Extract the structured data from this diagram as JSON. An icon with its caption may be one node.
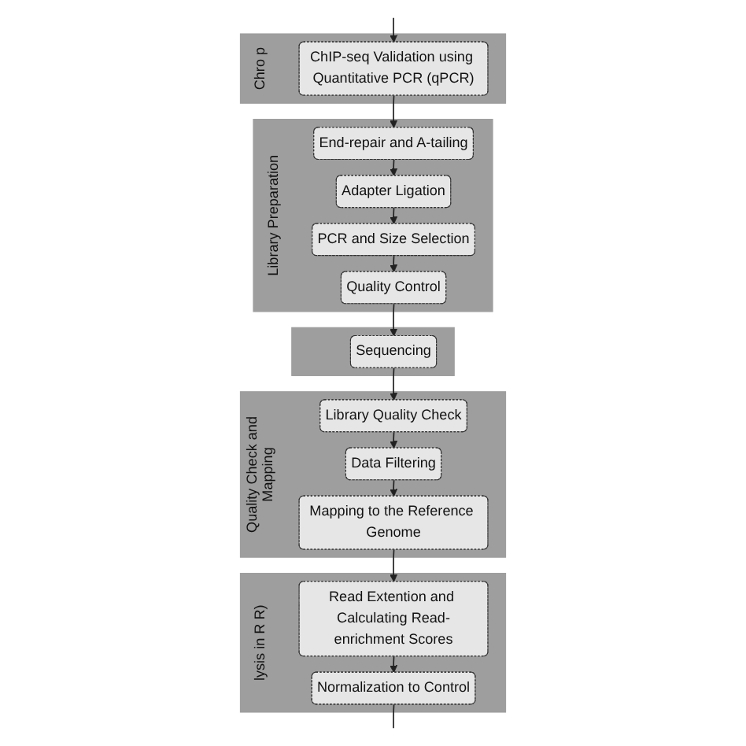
{
  "diagram": {
    "nodes": [
      {
        "text": [
          "Chro p"
        ]
      },
      {
        "text": [
          "ChIP-seq Validation using Quantitative PCR (qPCR)"
        ],
        "in": 0
      },
      {
        "text": [
          "Library Preparation"
        ]
      },
      {
        "text": [
          "End-repair and A-tailing"
        ],
        "in": 2
      },
      {
        "text": [
          "Adapter Ligation"
        ],
        "in": 2
      },
      {
        "text": [
          "PCR and Size Selection"
        ],
        "in": 2
      },
      {
        "text": [
          "Quality Control"
        ],
        "in": 2
      },
      {
        "text": [],
        "shape": "box"
      },
      {
        "text": [
          "Sequencing"
        ],
        "in": 7
      },
      {
        "text": [
          "Quality Check and Mapping"
        ]
      },
      {
        "text": [
          "Library Quality Check"
        ],
        "in": 9
      },
      {
        "text": [
          "Data Filtering"
        ],
        "in": 9
      },
      {
        "text": [
          "Mapping to the Reference Genome"
        ],
        "in": 9
      },
      {
        "text": [
          "lysis in R R)"
        ]
      },
      {
        "text": [
          "Read Extention and Calculating Read-enrichment Scores"
        ],
        "in": 13
      },
      {
        "text": [
          "Normalization to Control"
        ],
        "in": 13
      }
    ],
    "edges": [
      {
        "from": null,
        "to": 1,
        "arrow": "to"
      },
      {
        "from": 1,
        "to": 3,
        "arrow": "to"
      },
      {
        "from": 3,
        "to": 4,
        "arrow": "to"
      },
      {
        "from": 4,
        "to": 5,
        "arrow": "to"
      },
      {
        "from": 5,
        "to": 6,
        "arrow": "to"
      },
      {
        "from": 6,
        "to": 8,
        "arrow": "to"
      },
      {
        "from": 8,
        "to": 10,
        "arrow": "to"
      },
      {
        "from": 10,
        "to": 11,
        "arrow": "to"
      },
      {
        "from": 11,
        "to": 12,
        "arrow": "to"
      },
      {
        "from": 12,
        "to": 14,
        "arrow": "to"
      },
      {
        "from": 14,
        "to": 15,
        "arrow": "to"
      },
      {
        "from": 15,
        "to": null,
        "arrow": "none"
      }
    ]
  }
}
